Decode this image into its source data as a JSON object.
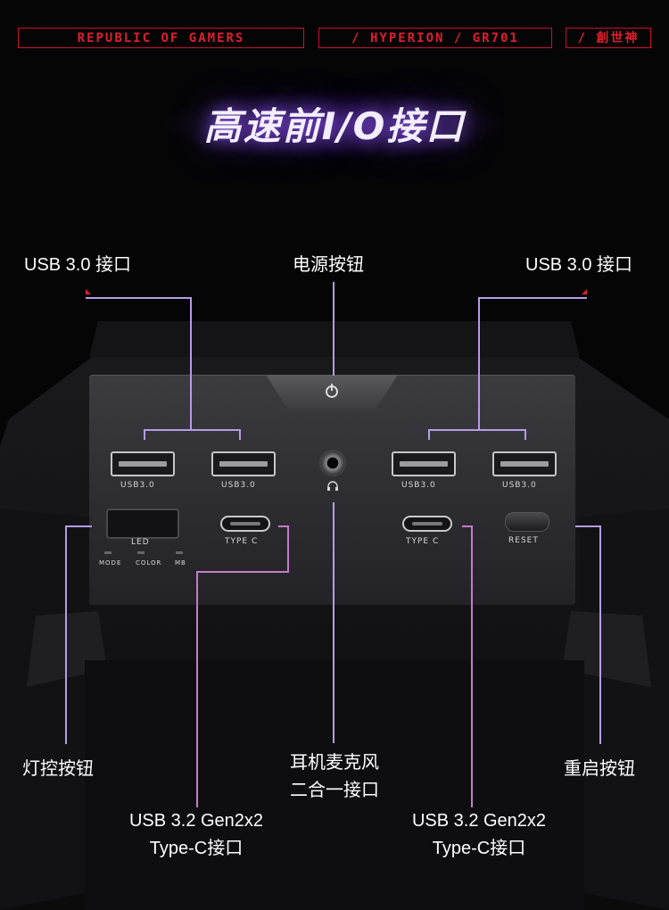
{
  "header": {
    "brand": "REPUBLIC OF GAMERS",
    "model": "/ HYPERION / GR701",
    "cn_name": "/ 創世神"
  },
  "title": "高速前I/O接口",
  "labels": {
    "usb_left": "USB 3.0 接口",
    "power": "电源按钮",
    "usb_right": "USB 3.0 接口",
    "led_button": "灯控按钮",
    "audio_line1": "耳机麦克风",
    "audio_line2": "二合一接口",
    "reset_button": "重启按钮",
    "typec_left_line1": "USB 3.2 Gen2x2",
    "typec_left_line2": "Type-C接口",
    "typec_right_line1": "USB 3.2 Gen2x2",
    "typec_right_line2": "Type-C接口"
  },
  "panel": {
    "usb_port_label": "USB3.0",
    "typec_label": "TYPE C",
    "led_label": "LED",
    "mode_label": "MODE",
    "color_label": "COLOR",
    "mb_label": "MB",
    "reset_label": "RESET"
  },
  "colors": {
    "accent_red": "#c8102e",
    "line_blue": "#b79be6",
    "line_pink": "#c77ac9",
    "title_glow": "#8a5cff"
  },
  "icons": [
    "power-icon",
    "headset-icon"
  ]
}
